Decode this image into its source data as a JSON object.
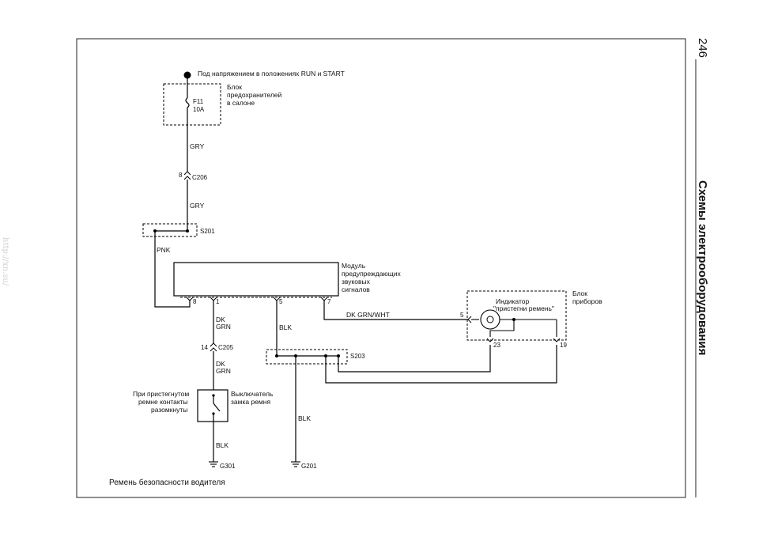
{
  "page_number": "246",
  "section_title": "Схемы электрооборудования",
  "watermark": "http://xn.su/",
  "caption": "Ремень безопасности водителя",
  "power_label": "Под напряжением в положениях RUN и START",
  "fuse_block": {
    "line1": "Блок",
    "line2": "предохранителей",
    "line3": "в салоне",
    "fuse_id": "F11",
    "fuse_rating": "10A"
  },
  "wire_colors": {
    "gry_top": "GRY",
    "gry_mid": "GRY",
    "pnk": "PNK",
    "dkgrn_1a": "DK",
    "dkgrn_1b": "GRN",
    "dkgrn_2a": "DK",
    "dkgrn_2b": "GRN",
    "blk_module": "BLK",
    "blk_g201": "BLK",
    "blk_g301": "BLK",
    "dkgrnwht": "DK  GRN/WHT"
  },
  "connectors": {
    "c206_pin": "8",
    "c206": "C206",
    "c205_pin": "14",
    "c205": "C205"
  },
  "splices": {
    "s201": "S201",
    "s203": "S203"
  },
  "module": {
    "line1": "Модуль",
    "line2": "предупреждающих",
    "line3": "звуковых",
    "line4": "сигналов",
    "pin8": "8",
    "pin1": "1",
    "pin5": "5",
    "pin7": "7"
  },
  "cluster": {
    "line1": "Блок",
    "line2": "приборов",
    "ind1": "Индикатор",
    "ind2": "\"пристегни ремень\"",
    "pin5": "5",
    "pin23": "23",
    "pin19": "19"
  },
  "switch": {
    "note1": "При пристегнутом",
    "note2": "ремне контакты",
    "note3": "разомкнуты",
    "name1": "Выключатель",
    "name2": "замка ремня"
  },
  "grounds": {
    "g301": "G301",
    "g201": "G201"
  }
}
